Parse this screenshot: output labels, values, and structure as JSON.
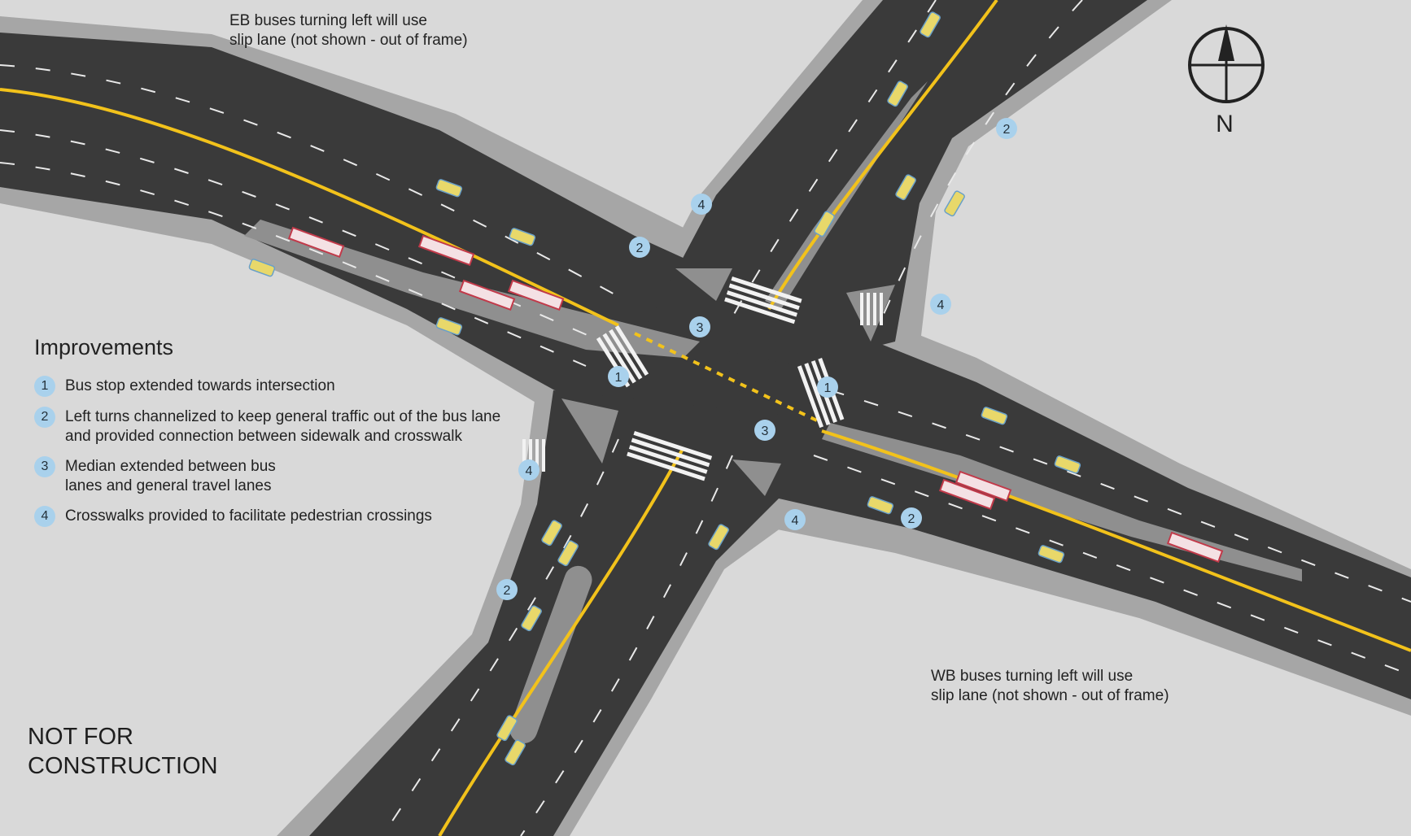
{
  "notes": {
    "eb": [
      "EB buses turning left will use",
      "slip lane (not shown - out of frame)"
    ],
    "wb": [
      "WB buses turning left will use",
      "slip lane (not shown - out of frame)"
    ]
  },
  "legend": {
    "title": "Improvements",
    "items": [
      {
        "num": "1",
        "text": "Bus stop extended towards intersection"
      },
      {
        "num": "2",
        "text": "Left turns channelized to keep general traffic out of the bus lane and provided connection between sidewalk and crosswalk"
      },
      {
        "num": "3",
        "text": "Median extended between bus lanes and general travel lanes"
      },
      {
        "num": "4",
        "text": "Crosswalks provided to facilitate pedestrian crossings"
      }
    ]
  },
  "disclaimer": [
    "NOT FOR",
    "CONSTRUCTION"
  ],
  "north_arrow": {
    "label": "N"
  },
  "map_badges": [
    "1",
    "1",
    "2",
    "2",
    "2",
    "2",
    "3",
    "3",
    "4",
    "4",
    "4",
    "4"
  ],
  "colors": {
    "background": "#d9d9d9",
    "sidewalk": "#a6a6a6",
    "road": "#3a3a3a",
    "median": "#8f8f8f",
    "center_line": "#f2c21b",
    "badge": "#a9d1ec"
  }
}
